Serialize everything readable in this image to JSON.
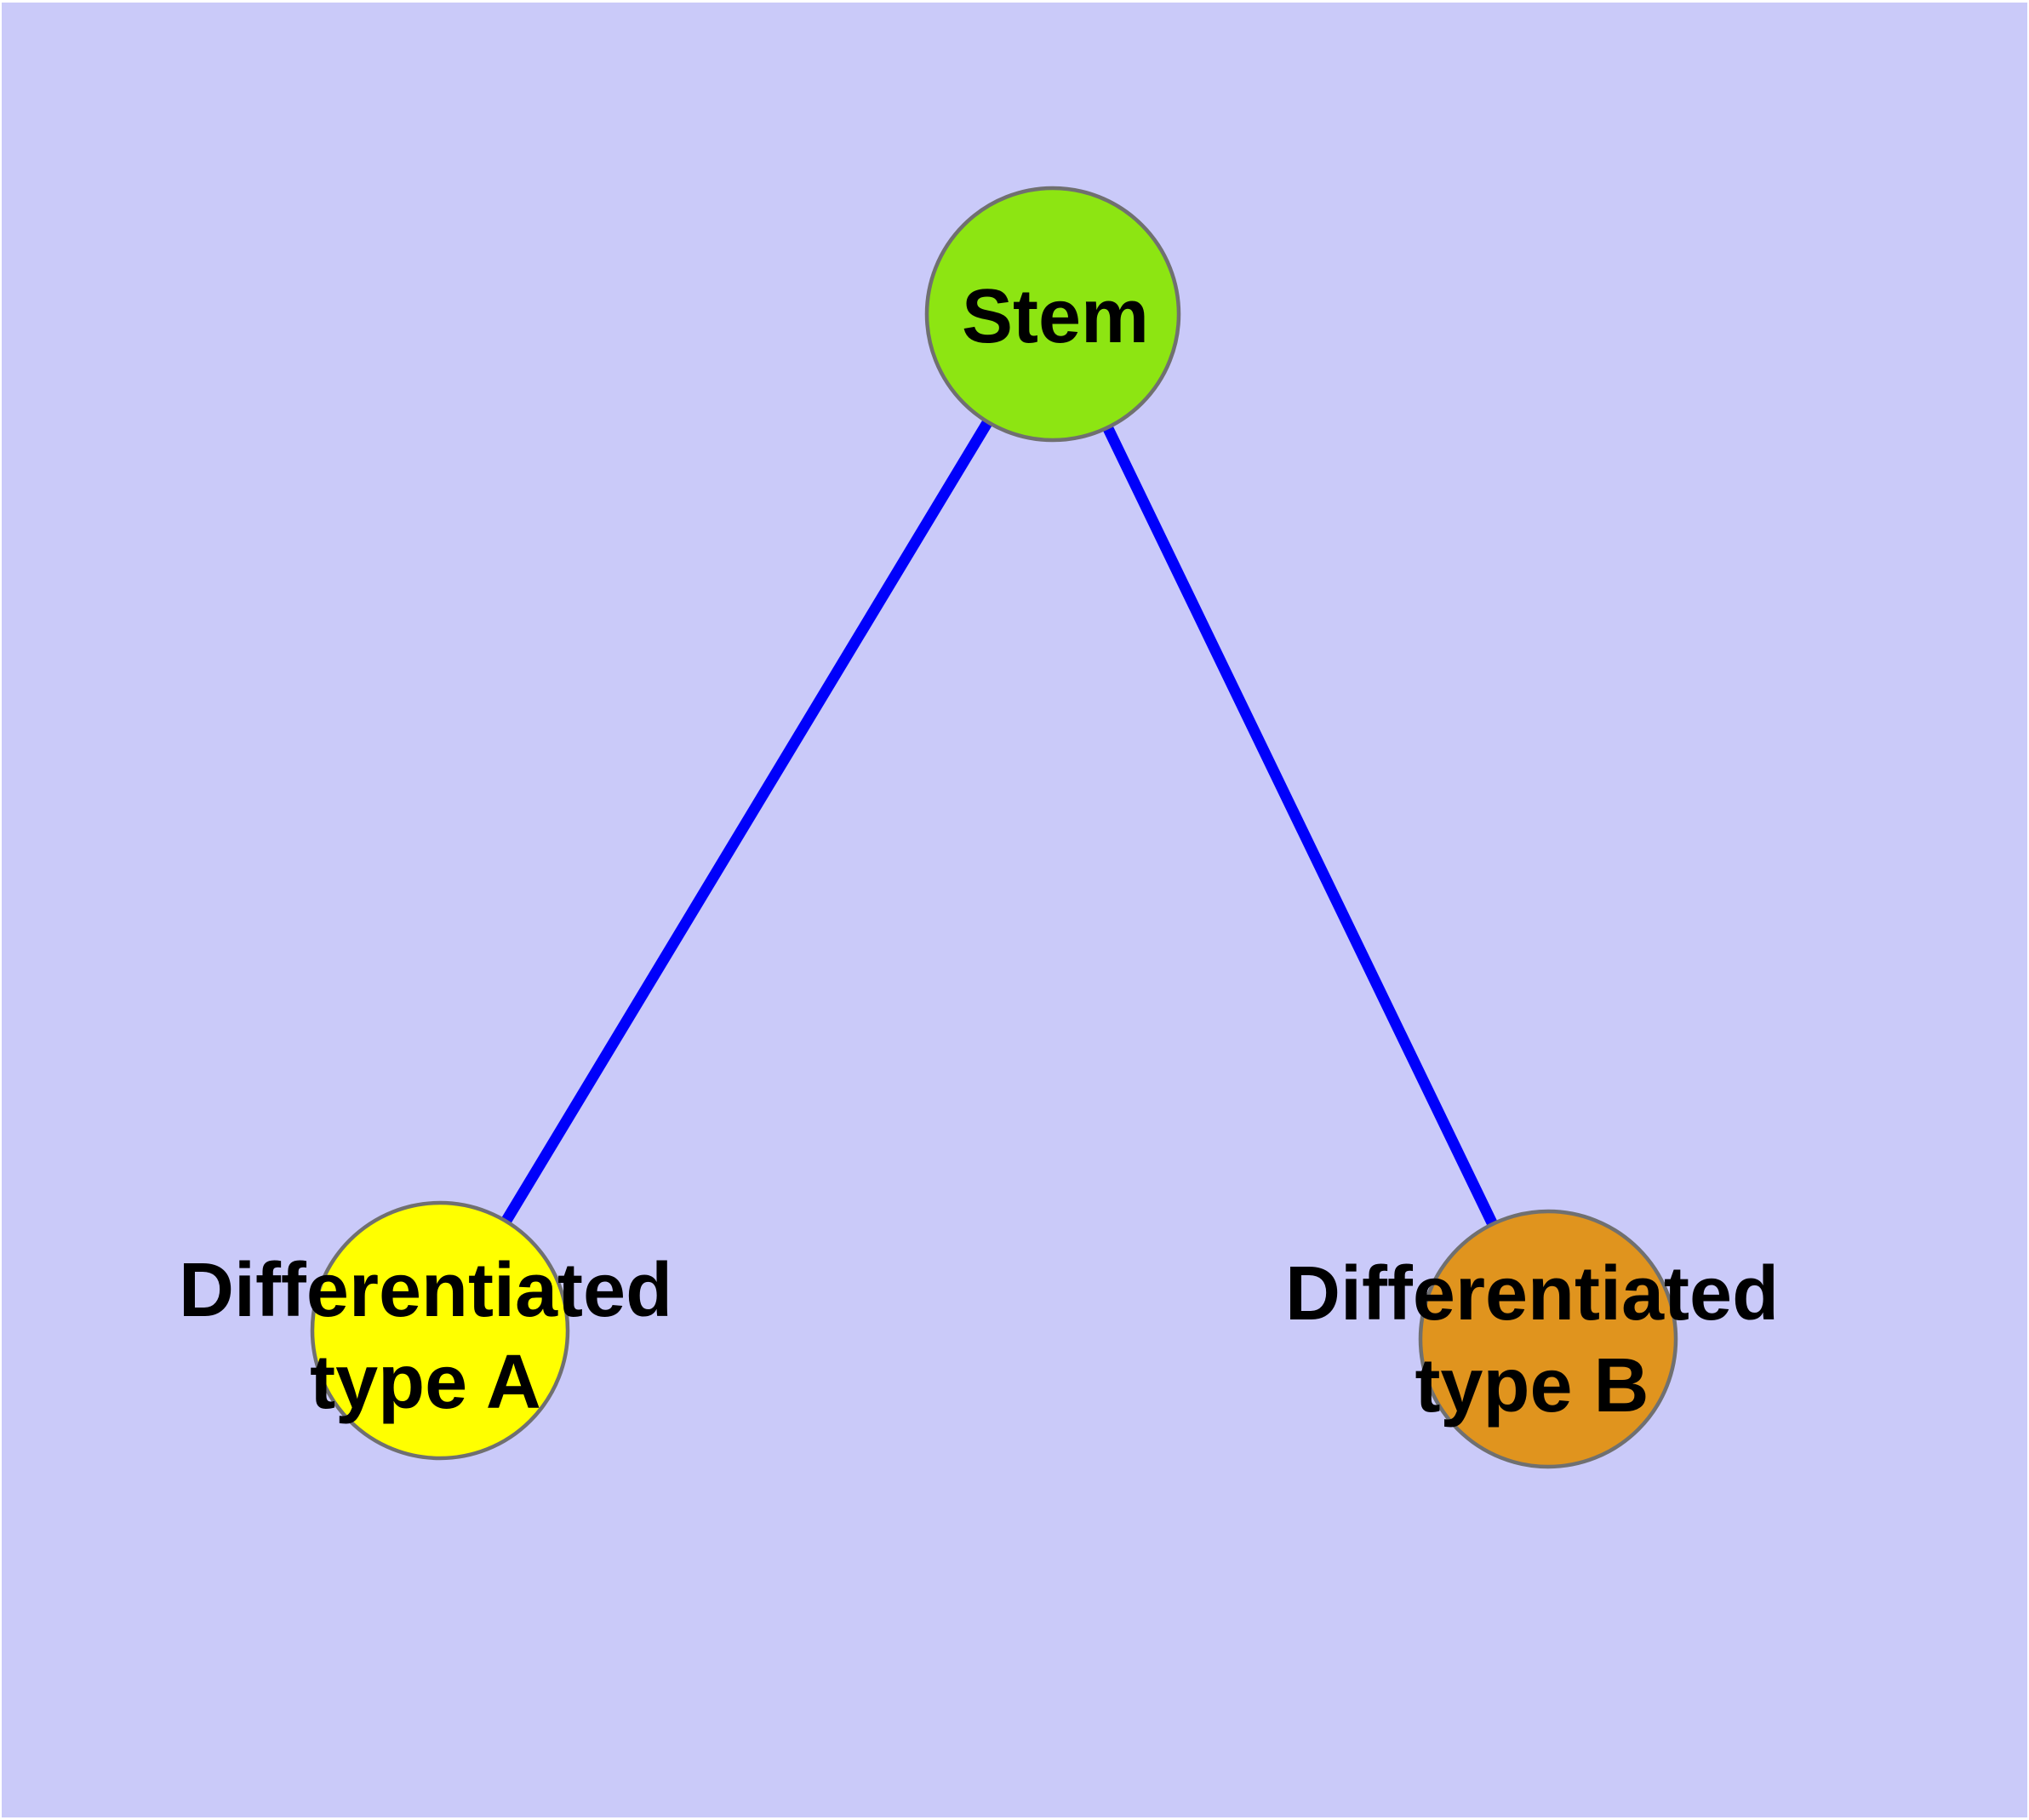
{
  "colors": {
    "background": "#CACAF9",
    "node_border": "#707070",
    "label_text": "#000000"
  },
  "nodes": {
    "stem": {
      "label": "Stem",
      "color": "#8DE512"
    },
    "type_a": {
      "label": "Differentiated\ntype A",
      "color": "#FFFF00"
    },
    "type_b": {
      "label": "Differentiated\ntype B",
      "color": "#E0941E"
    }
  },
  "edges": {
    "color": "#0000FB",
    "connections": [
      {
        "from": "Stem",
        "to": "Differentiated type A"
      },
      {
        "from": "Stem",
        "to": "Differentiated type B"
      }
    ]
  }
}
